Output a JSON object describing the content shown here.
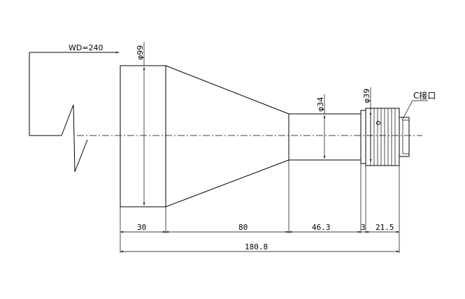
{
  "labels": {
    "working_distance": "WD=240",
    "dia_front": "φ99",
    "dia_mid": "φ34",
    "dia_rear": "φ39",
    "c_mount": "C接口",
    "len_front": "30",
    "len_cone": "80",
    "len_barrel": "46.3",
    "len_flange": "3",
    "len_mount": "21.5",
    "len_total": "180.8"
  }
}
